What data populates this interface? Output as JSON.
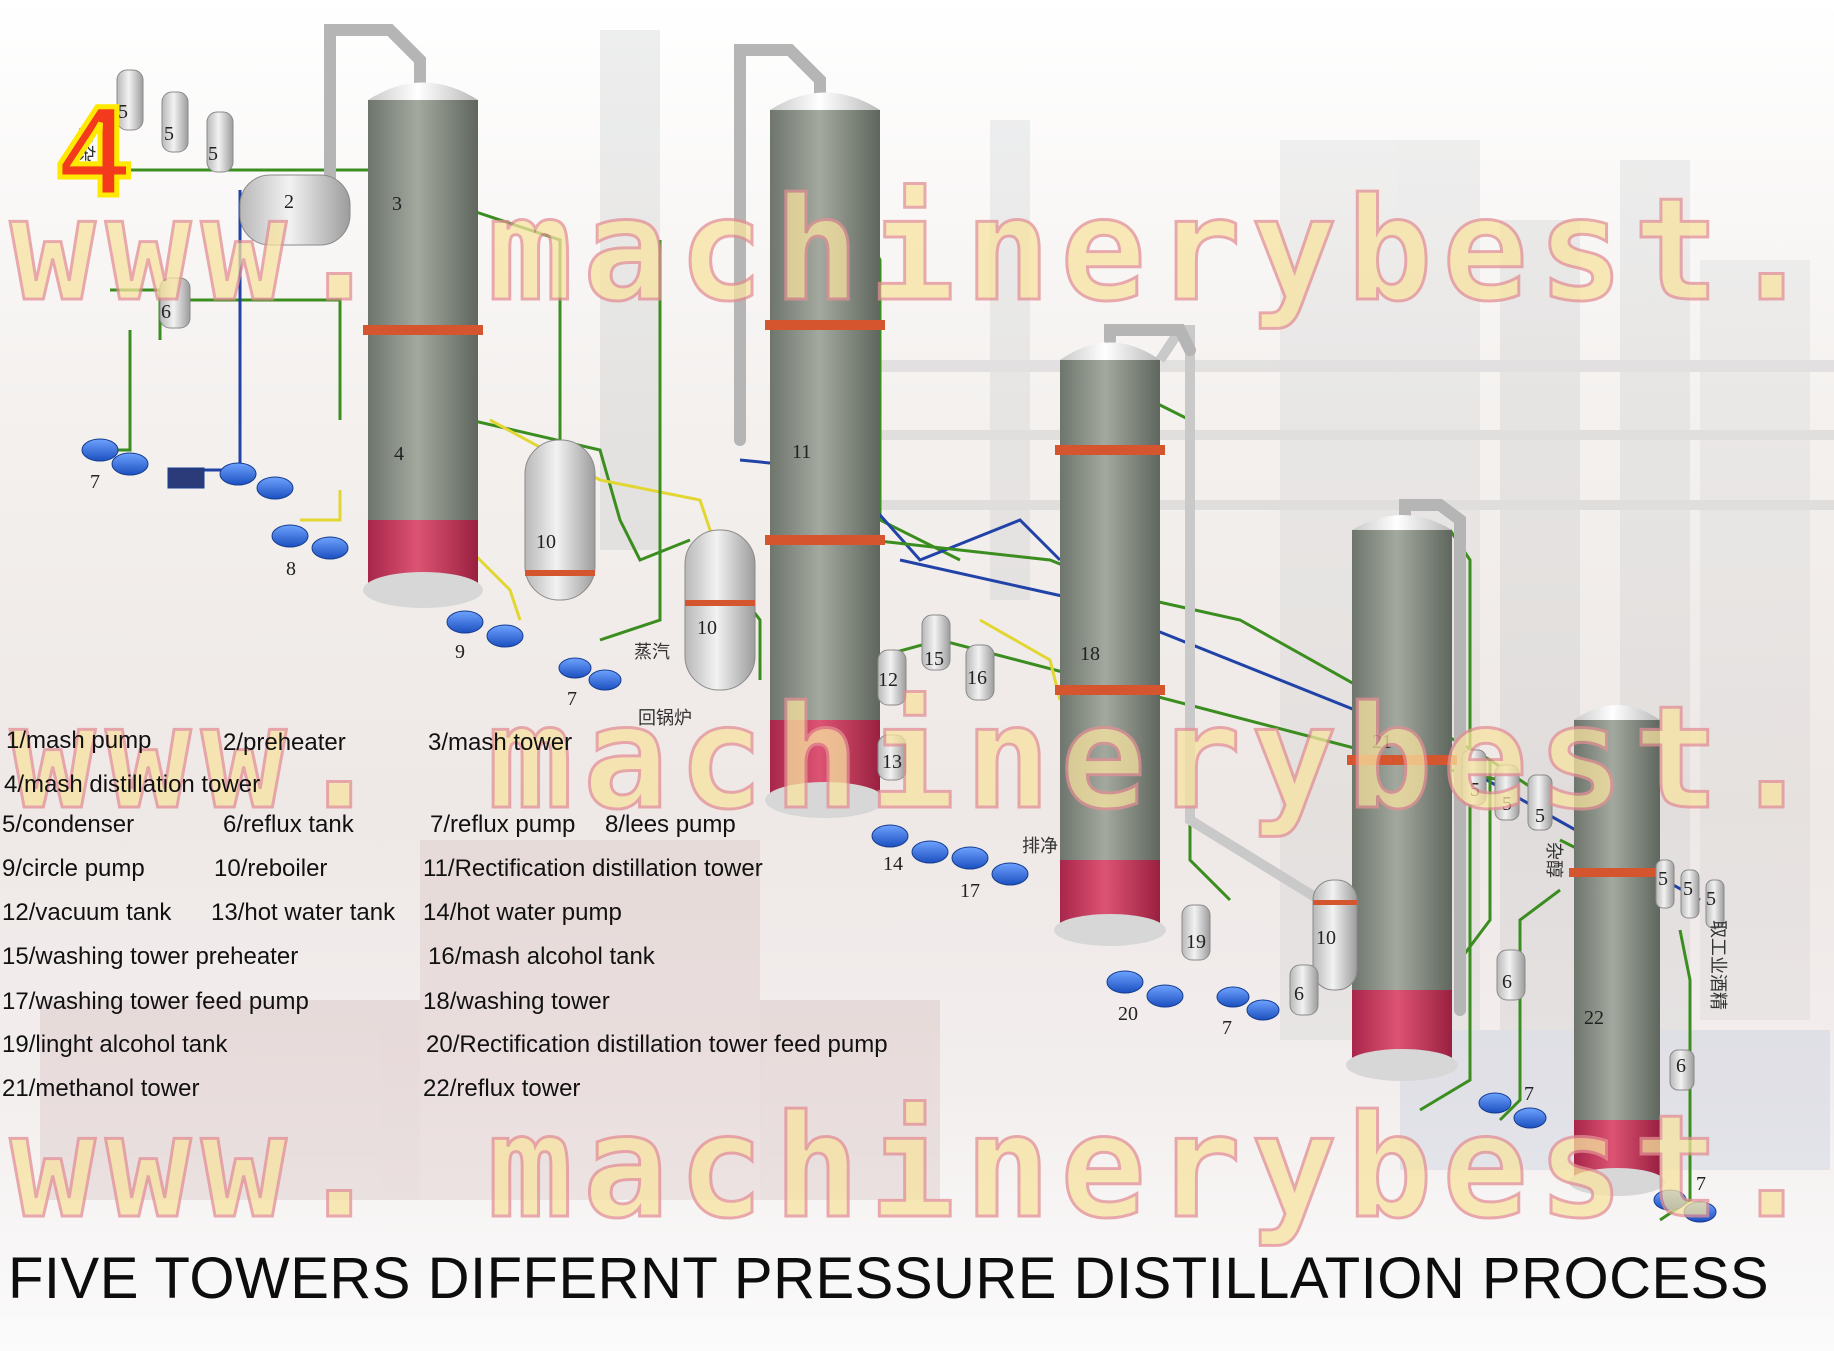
{
  "step_badge": "4",
  "watermark": "www. machinerybest. com",
  "title": "FIVE TOWERS DIFFERNT PRESSURE DISTILLATION PROCESS",
  "legend": [
    {
      "text": "1/mash pump"
    },
    {
      "text": "2/preheater"
    },
    {
      "text": "3/mash tower"
    },
    {
      "text": "4/mash distillation tower"
    },
    {
      "text": "5/condenser"
    },
    {
      "text": "6/reflux tank"
    },
    {
      "text": "7/reflux pump"
    },
    {
      "text": "8/lees pump"
    },
    {
      "text": "9/circle pump"
    },
    {
      "text": "10/reboiler"
    },
    {
      "text": "11/Rectification distillation tower"
    },
    {
      "text": "12/vacuum tank"
    },
    {
      "text": "13/hot water tank"
    },
    {
      "text": "14/hot water pump"
    },
    {
      "text": "15/washing tower preheater"
    },
    {
      "text": "16/mash alcohol tank"
    },
    {
      "text": "17/washing tower feed pump"
    },
    {
      "text": "18/washing tower"
    },
    {
      "text": "19/linght alcohol tank"
    },
    {
      "text": "20/Rectification distillation tower feed pump"
    },
    {
      "text": "21/methanol tower"
    },
    {
      "text": "22/reflux tower"
    }
  ],
  "diagram_labels": {
    "t3": "3",
    "t4": "4",
    "t11": "11",
    "t18": "18",
    "t21": "21",
    "t22": "22",
    "p2": "2",
    "c5a": "5",
    "c5b": "5",
    "c5c": "5",
    "r6a": "6",
    "r6b": "6",
    "r6c": "6",
    "r6d": "6",
    "p7a": "7",
    "p7b": "7",
    "p7c": "7",
    "p7d": "7",
    "p7e": "7",
    "p8": "8",
    "p9": "9",
    "b10a": "10",
    "b10b": "10",
    "b10c": "10",
    "v12": "12",
    "h13": "13",
    "p14": "14",
    "h15": "15",
    "m16": "16",
    "p17": "17",
    "l19": "19",
    "p20": "20",
    "c5d": "5",
    "c5e": "5",
    "c5f": "5",
    "c5g": "5",
    "c5h": "5",
    "c5i": "5"
  },
  "chinese_labels": {
    "steam": "蒸汽",
    "back_to_boiler": "回锅炉",
    "impurity_left": "去杂",
    "discharge": "排净",
    "impurity_right": "杂醇",
    "industrial_alcohol": "取工业酒精"
  },
  "colors": {
    "tower_body": "#8a9187",
    "tower_base": "#c93a5c",
    "tower_ring": "#d5562e",
    "pipe_green": "#3b8d1f",
    "pipe_yellow": "#e2d633",
    "pipe_blue": "#2143a8",
    "pump_blue": "#2f6fe0",
    "badge_fill": "#f43a1c",
    "badge_outline": "#ffe900"
  }
}
